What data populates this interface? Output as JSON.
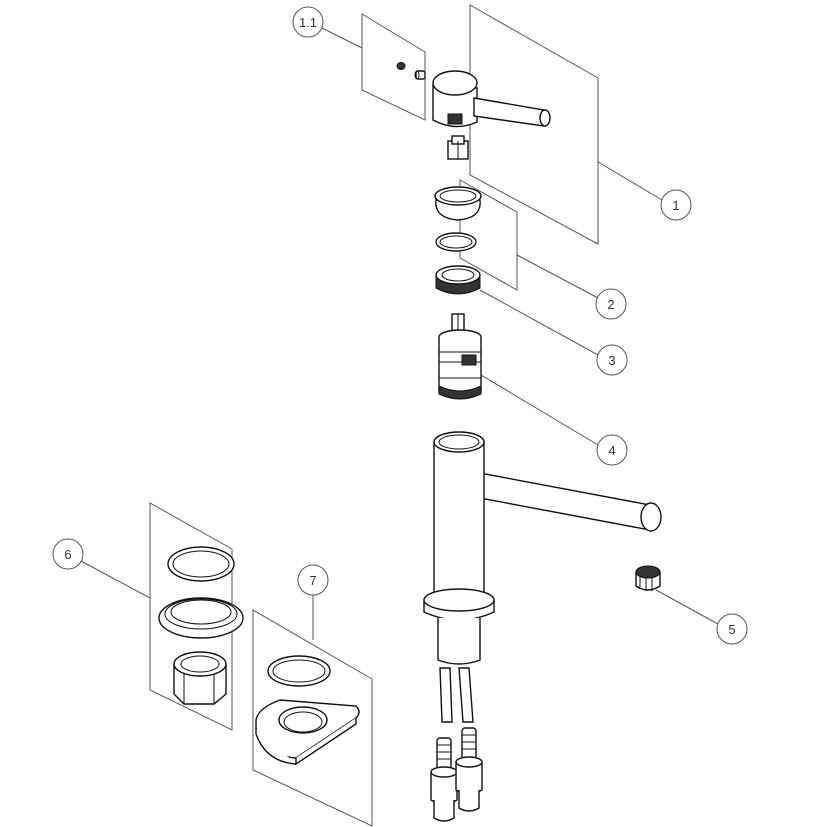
{
  "callouts": {
    "c1_1": "1.1",
    "c1": "1",
    "c2": "2",
    "c3": "3",
    "c4": "4",
    "c5": "5",
    "c6": "6",
    "c7": "7"
  }
}
